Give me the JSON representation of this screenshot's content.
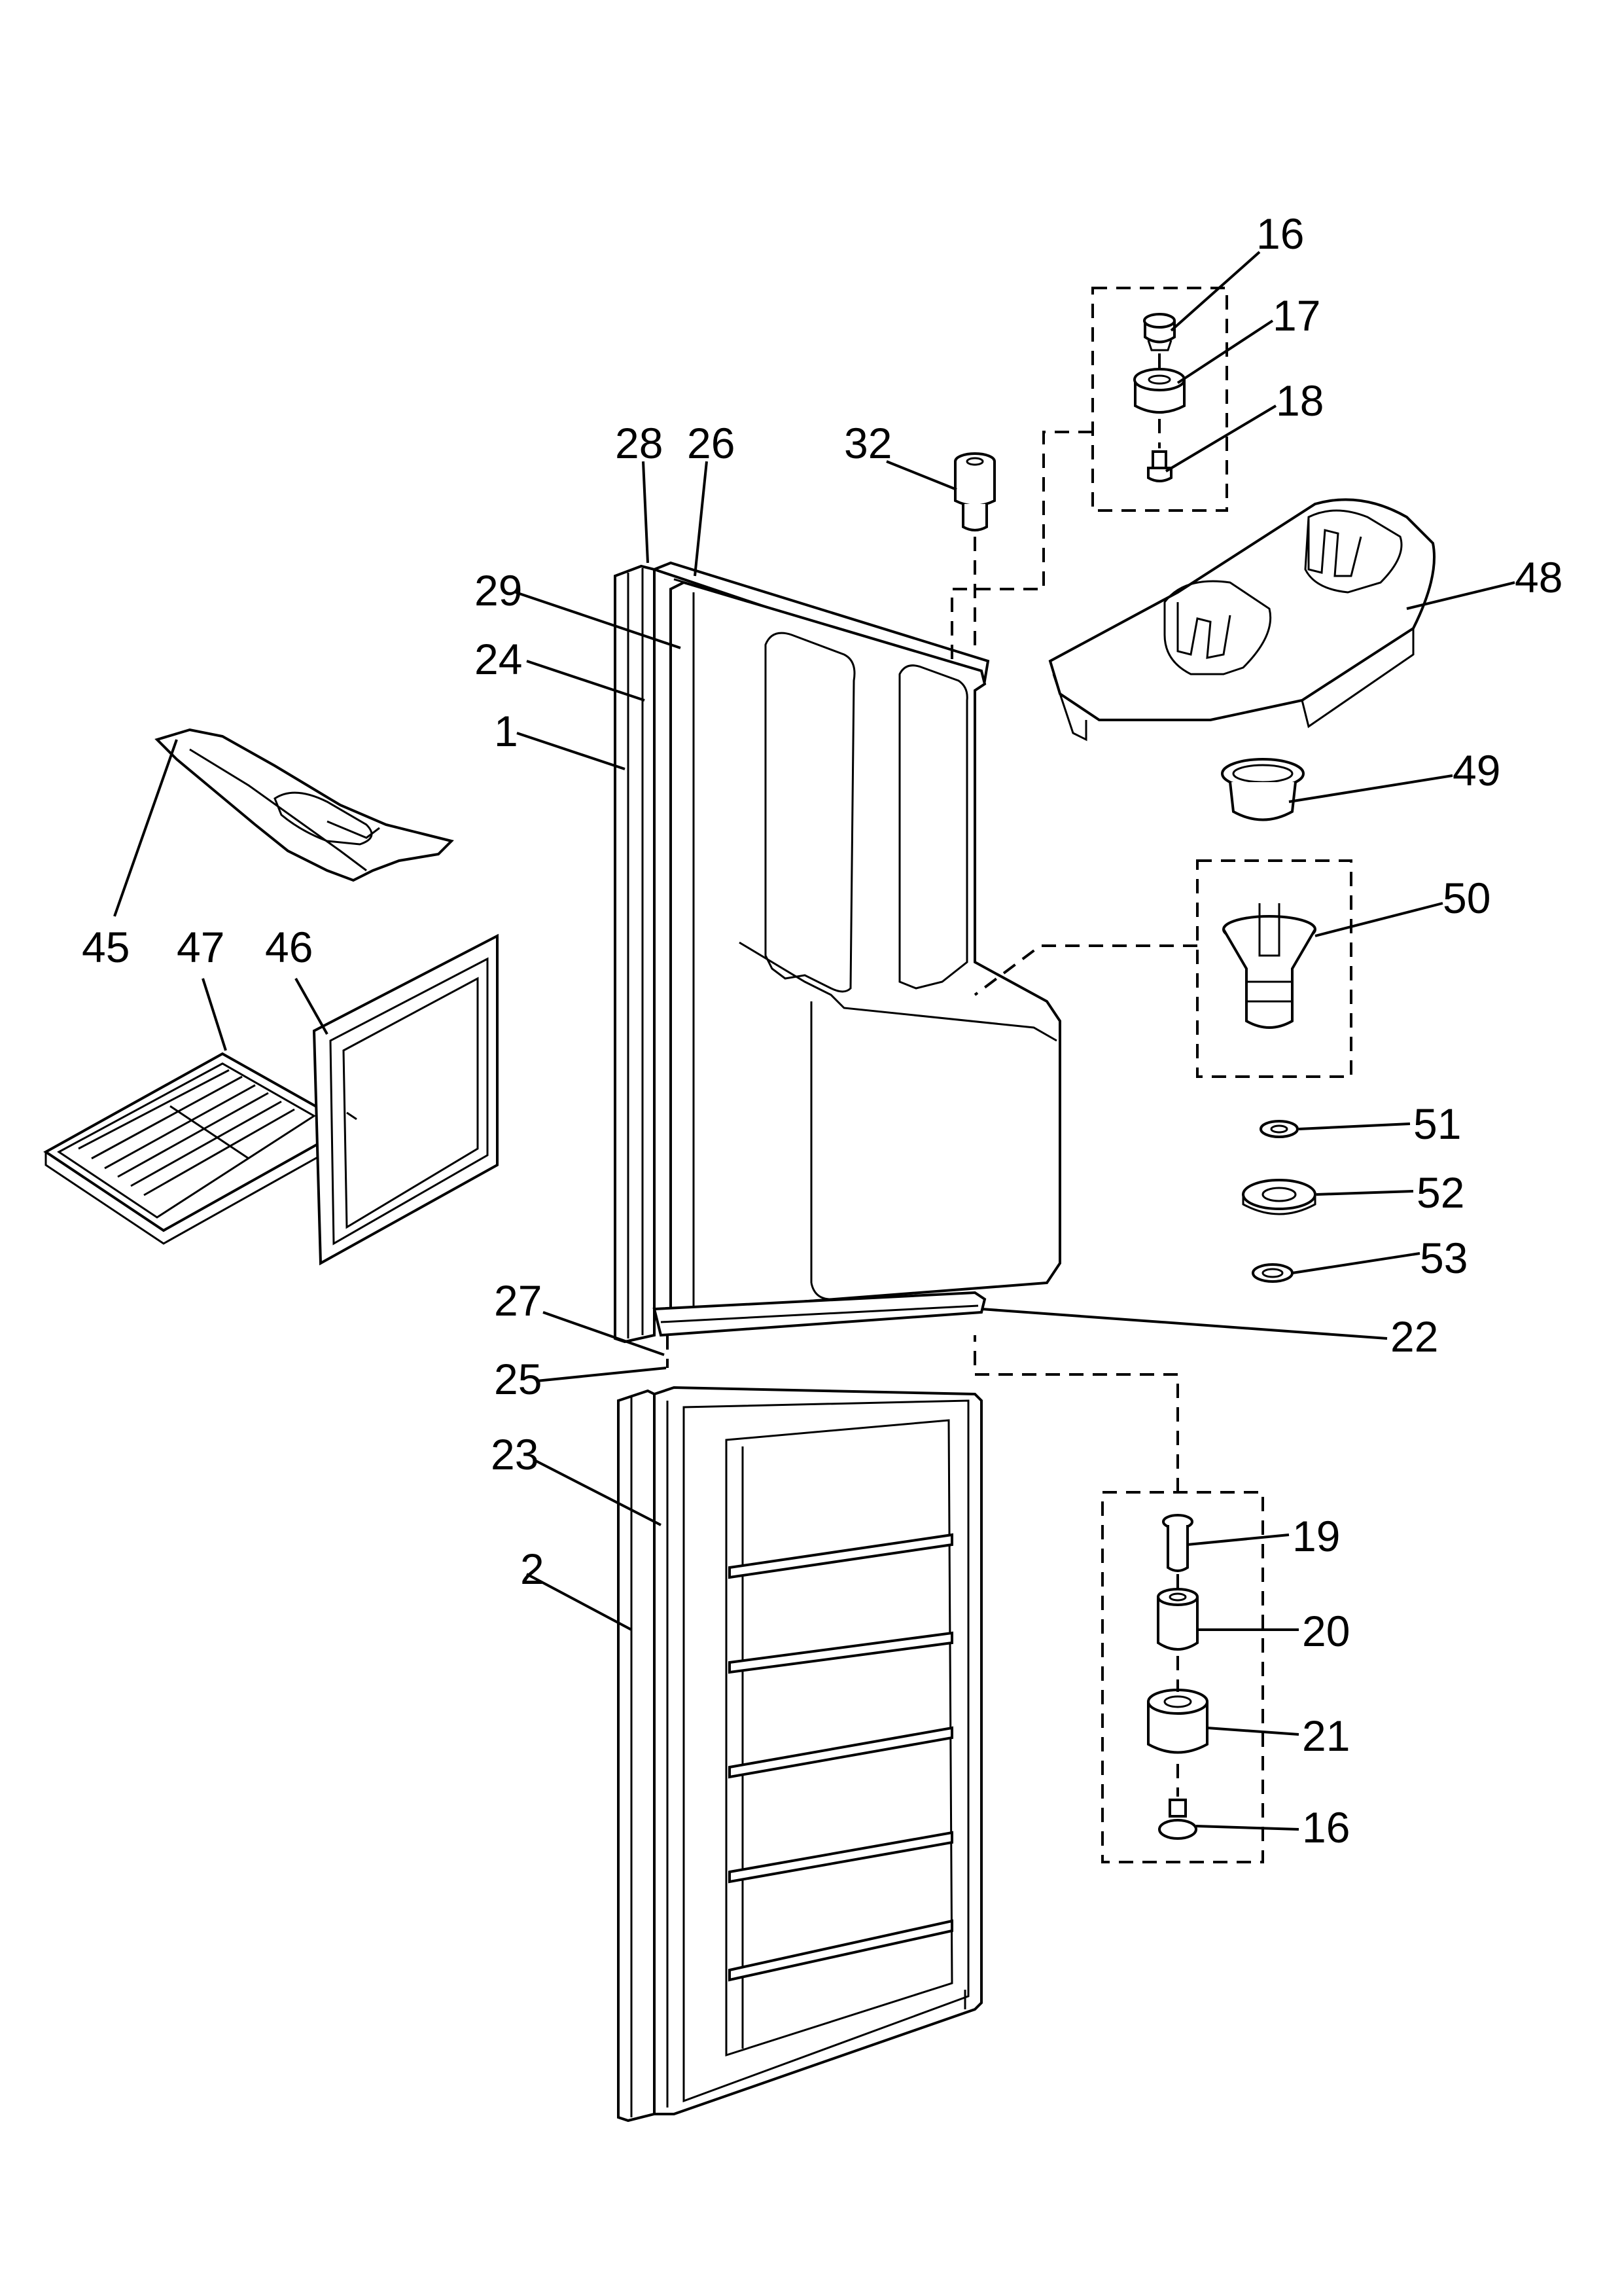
{
  "labels": {
    "l1": "1",
    "l2": "2",
    "l16a": "16",
    "l17": "17",
    "l18": "18",
    "l16b": "16",
    "l19": "19",
    "l20": "20",
    "l21": "21",
    "l22": "22",
    "l23": "23",
    "l24": "24",
    "l25": "25",
    "l26": "26",
    "l27": "27",
    "l28": "28",
    "l29": "29",
    "l32": "32",
    "l45": "45",
    "l46": "46",
    "l47": "47",
    "l48": "48",
    "l49": "49",
    "l50": "50",
    "l51": "51",
    "l52": "52",
    "l53": "53"
  }
}
